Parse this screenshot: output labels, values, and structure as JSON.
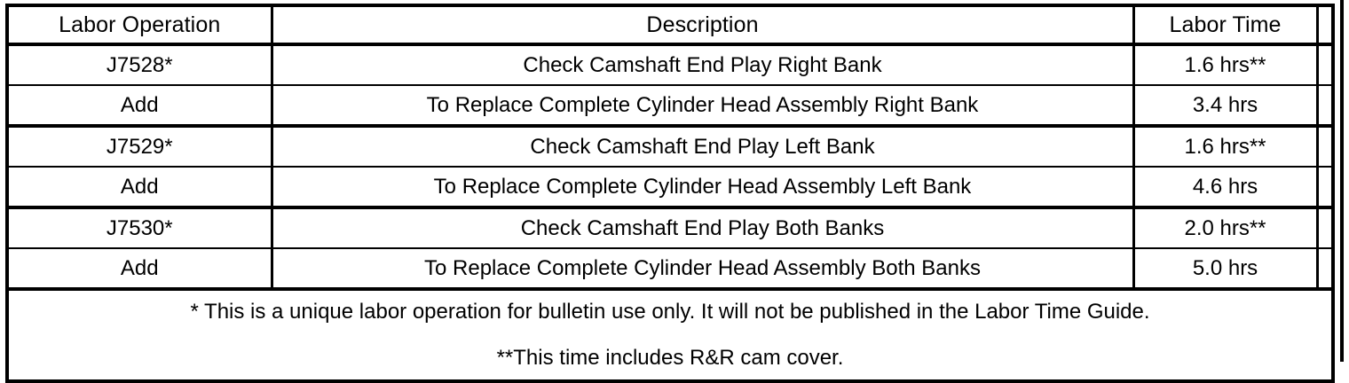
{
  "table": {
    "columns": [
      {
        "key": "labor_operation",
        "label": "Labor Operation"
      },
      {
        "key": "description",
        "label": "Description"
      },
      {
        "key": "labor_time",
        "label": "Labor Time"
      },
      {
        "key": "spacer",
        "label": ""
      }
    ],
    "rows": [
      {
        "labor_operation": "J7528*",
        "description": "Check Camshaft End Play Right Bank",
        "labor_time": "1.6 hrs**",
        "rule": "thin"
      },
      {
        "labor_operation": "Add",
        "description": "To Replace Complete Cylinder Head Assembly Right Bank",
        "labor_time": "3.4 hrs",
        "rule": "thick"
      },
      {
        "labor_operation": "J7529*",
        "description": "Check Camshaft End Play Left Bank",
        "labor_time": "1.6 hrs**",
        "rule": "thin"
      },
      {
        "labor_operation": "Add",
        "description": "To Replace Complete Cylinder Head Assembly Left Bank",
        "labor_time": "4.6 hrs",
        "rule": "thick"
      },
      {
        "labor_operation": "J7530*",
        "description": "Check Camshaft End Play Both Banks",
        "labor_time": "2.0 hrs**",
        "rule": "thin"
      },
      {
        "labor_operation": "Add",
        "description": "To Replace Complete Cylinder Head Assembly Both Banks",
        "labor_time": "5.0 hrs",
        "rule": "thick"
      }
    ],
    "footnotes": {
      "line1": "* This is a unique labor operation for bulletin use only. It will not be published in the Labor Time Guide.",
      "line2": "**This time includes R&R cam cover."
    }
  },
  "colors": {
    "border": "#000000",
    "text": "#000000",
    "background": "#ffffff"
  }
}
